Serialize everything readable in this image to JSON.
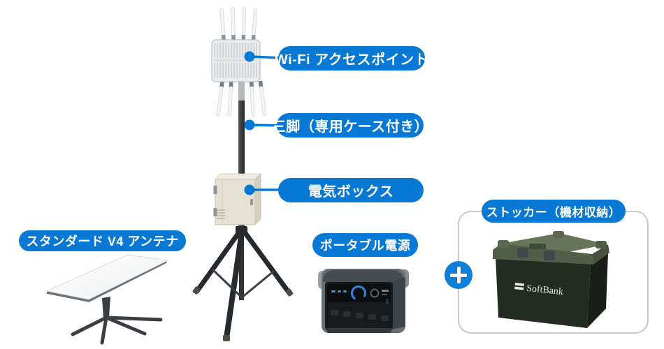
{
  "scene": {
    "background": "#ffffff",
    "accent_blue": "#0778d4"
  },
  "callouts": {
    "wifi_ap": "Wi-Fi アクセスポイント",
    "tripod": "三脚（専用ケース付き）",
    "electric_box": "電気ボックス"
  },
  "product_labels": {
    "antenna": "スタンダード V4 アンテナ",
    "portable_power": "ポータブル電源",
    "stocker": "ストッカー（機材収納）"
  },
  "stocker": {
    "logo_text": "SoftBank"
  },
  "icons": {
    "plus_icon": "+"
  }
}
